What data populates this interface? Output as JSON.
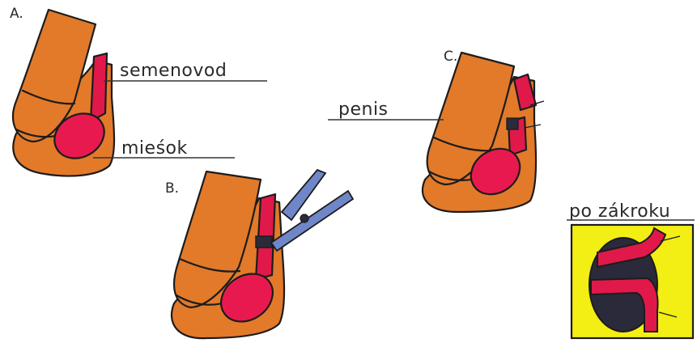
{
  "panels": {
    "a": {
      "letter": "A."
    },
    "b": {
      "letter": "B."
    },
    "c": {
      "letter": "C."
    }
  },
  "labels": {
    "vas_deferens": "semenovod",
    "scrotum": "mieśok",
    "penis": "penis",
    "after": "po zákroku"
  },
  "colors": {
    "skin": "#e27a2a",
    "skin_dark": "#c9631c",
    "duct": "#e0194a",
    "testis": "#e8194e",
    "scissors": "#6f86c9",
    "inset_bg": "#f3ee13",
    "inset_testis": "#2b2a3a"
  }
}
